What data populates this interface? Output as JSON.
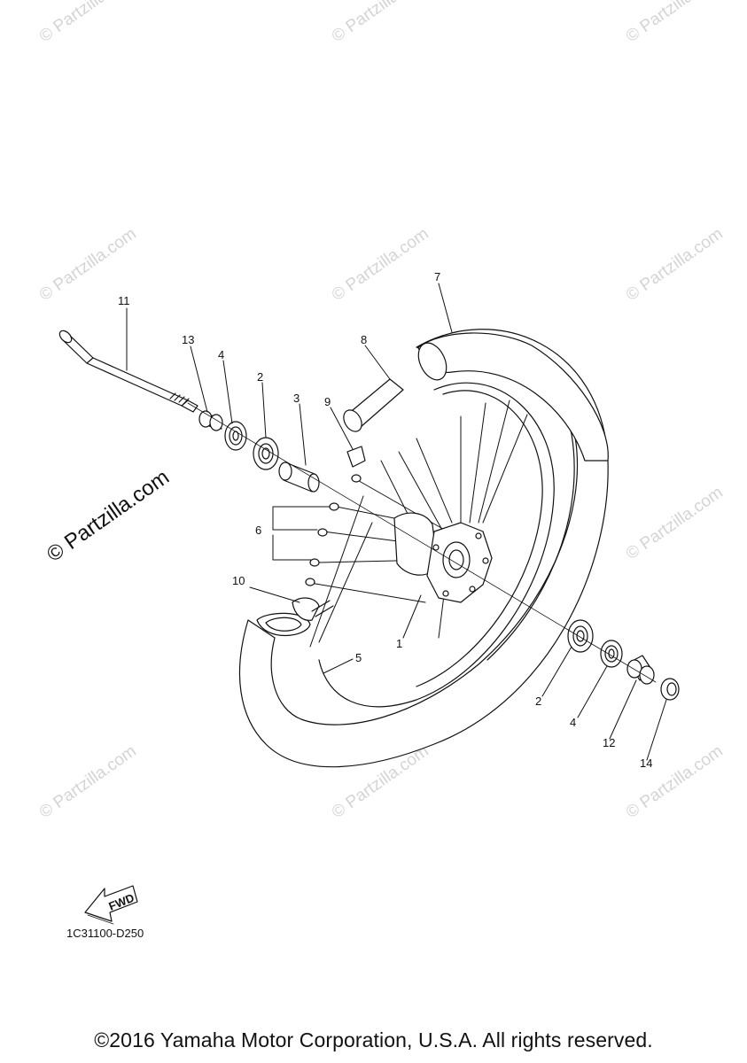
{
  "watermark": {
    "text": "© Partzilla.com"
  },
  "callouts": {
    "c1": "1",
    "c2a": "2",
    "c2b": "2",
    "c3": "3",
    "c4a": "4",
    "c4b": "4",
    "c5": "5",
    "c6": "6",
    "c7": "7",
    "c8": "8",
    "c9": "9",
    "c10": "10",
    "c11": "11",
    "c12": "12",
    "c13": "13",
    "c14": "14"
  },
  "fwd_badge": {
    "text": "FWD"
  },
  "diagram_code": "1C31100-D250",
  "copyright": "©2016 Yamaha Motor Corporation, U.S.A. All rights reserved."
}
